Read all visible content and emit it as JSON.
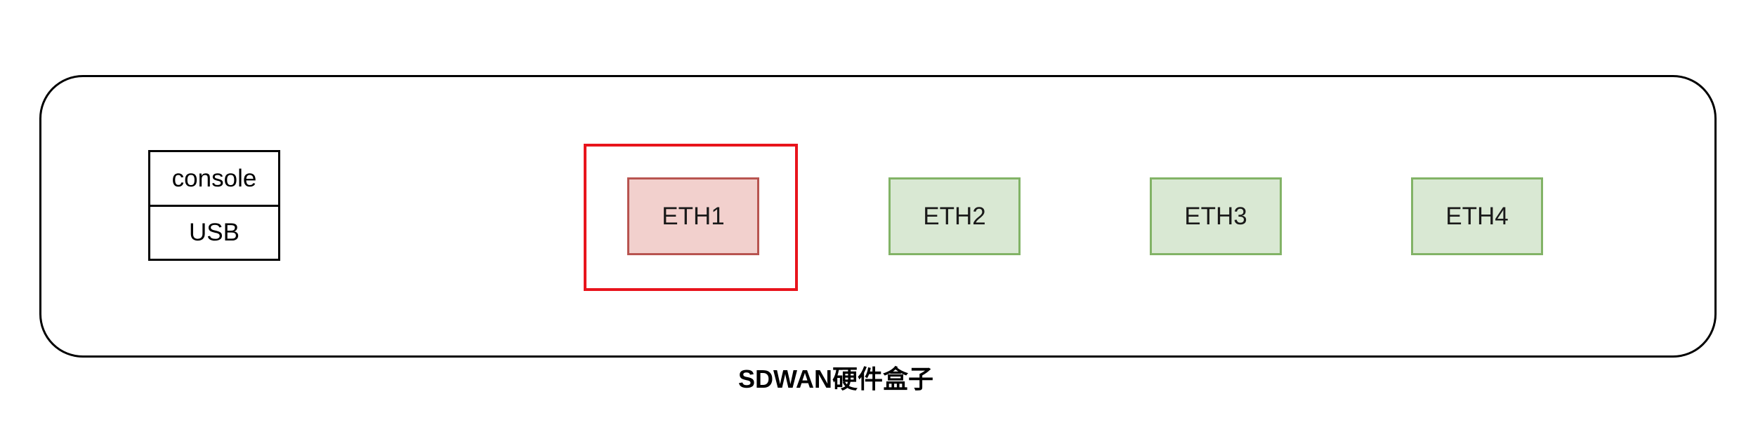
{
  "diagram": {
    "caption": "SDWAN硬件盒子",
    "ports": {
      "console": {
        "label": "console"
      },
      "usb": {
        "label": "USB"
      },
      "eth": [
        {
          "label": "ETH1",
          "fill": "#f2d0cd",
          "stroke": "#b85450"
        },
        {
          "label": "ETH2",
          "fill": "#d9e8d3",
          "stroke": "#82b366"
        },
        {
          "label": "ETH3",
          "fill": "#d9e8d3",
          "stroke": "#82b366"
        },
        {
          "label": "ETH4",
          "fill": "#d9e8d3",
          "stroke": "#82b366"
        }
      ]
    },
    "colors": {
      "outline": "#000000",
      "highlight": "#e8141c"
    }
  }
}
